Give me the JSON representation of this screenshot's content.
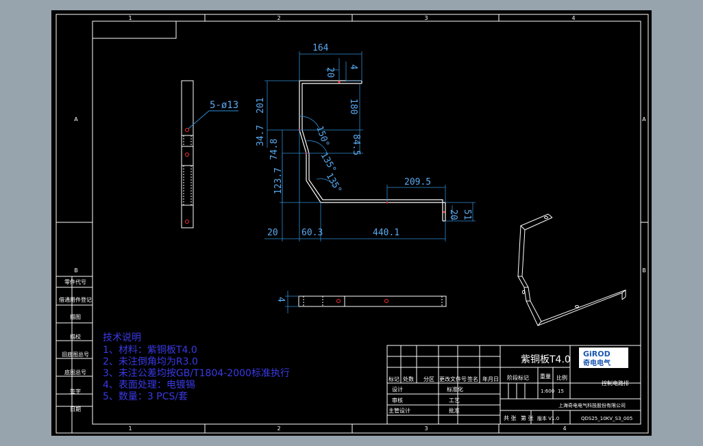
{
  "colors": {
    "background": "#97a3ad",
    "paper": "#000000",
    "frame": "#ffffff",
    "part": "#ffffff",
    "dimension": "#2f8fd9",
    "dimension_text": "#5aaaf0",
    "notes": "#3a3ae8",
    "center_mark": "#ff3030"
  },
  "grid_labels": {
    "columns": [
      "1",
      "2",
      "3",
      "4"
    ],
    "rows": [
      "A",
      "B"
    ]
  },
  "dimensions": {
    "top_width": "164",
    "top_20": "20",
    "top_4": "4",
    "left_201": "201",
    "right_180": "180",
    "angle_150": "150°",
    "right_84_5": "84.5",
    "left_34_7": "34.7",
    "left_74_8": "74.8",
    "angle_135a": "135°",
    "angle_135b": "135°",
    "left_123_7": "123.7",
    "right_209_5": "209.5",
    "right_20": "20",
    "right_51": "51",
    "bottom_20": "20",
    "bottom_60_3": "60.3",
    "bottom_440_1": "440.1",
    "hole_callout": "5-ø13",
    "thickness": "4"
  },
  "left_table": {
    "rows": [
      "零件代号",
      "借通用件登记",
      "描图",
      "描校",
      "旧底图总号",
      "底图总号",
      "签字",
      "日期"
    ]
  },
  "notes": {
    "title": "技术说明",
    "items": [
      "1、材料：紫铜板T4.0",
      "2、未注倒角均为R3.0",
      "3、未注公差均按GB/T1804-2000标准执行",
      "4、表面处理：电镀锡",
      "5、数量：3 PCS/套"
    ]
  },
  "title_block": {
    "material": "紫铜板T4.0",
    "logo_text": "GiROD",
    "logo_cn": "奇电电气",
    "part_name": "控制电路排",
    "col_labels": [
      "标记",
      "处数",
      "分区",
      "更改文件号",
      "签名",
      "年月日"
    ],
    "stage_mark": "阶段标记",
    "weight": "重量",
    "scale": "比例",
    "scale_value": "1:600",
    "weight_value": "15",
    "design": "设计",
    "standard": "标准化",
    "check": "审核",
    "process": "工艺",
    "chief": "主管设计",
    "approve": "批准",
    "company": "上海奇电电气科技股份有限公司",
    "sheets_total": "共 张",
    "sheet_no": "第 张",
    "version": "版本 V1.0",
    "drawing_no": "QDS25_10KV_S3_005"
  }
}
